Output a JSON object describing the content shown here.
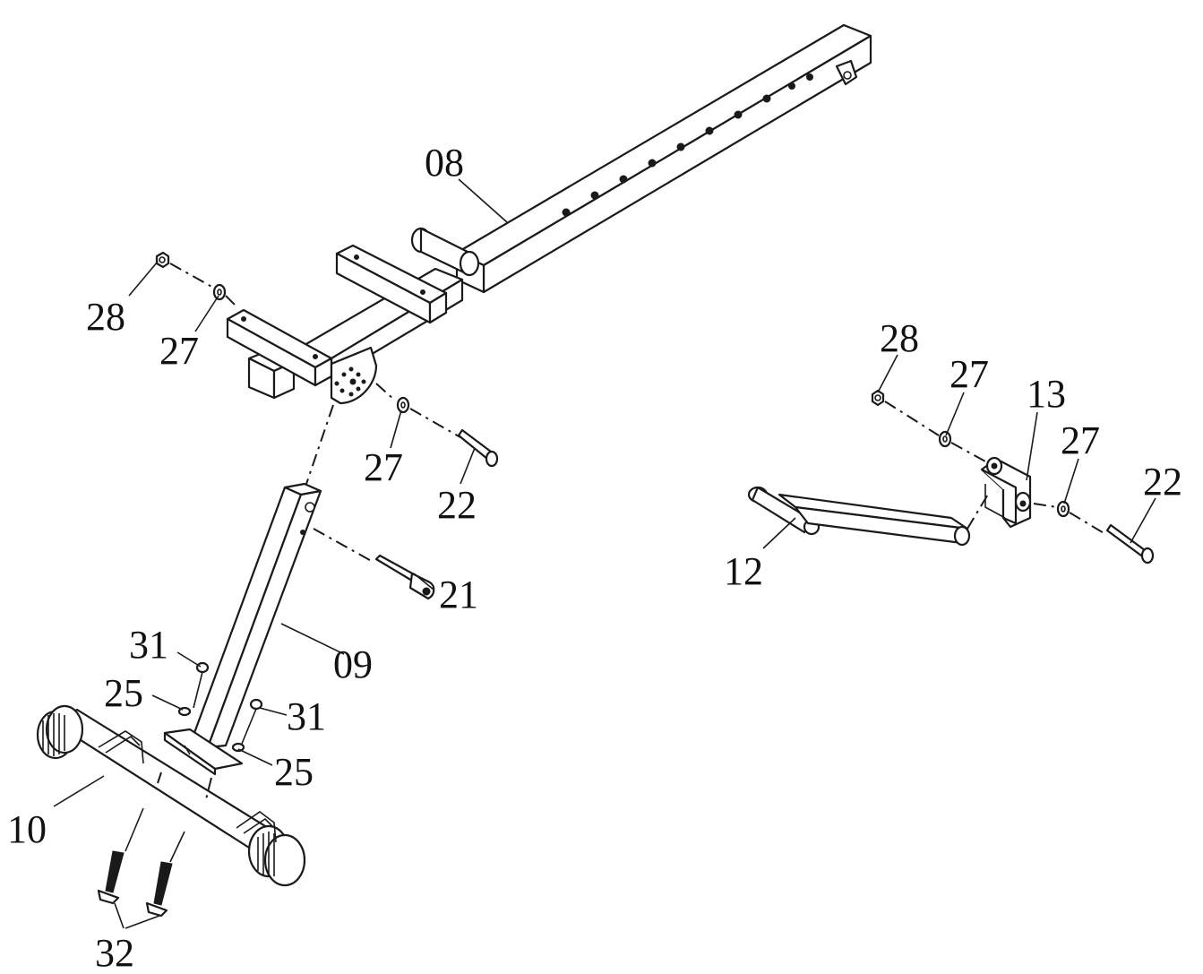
{
  "diagram": {
    "callouts": {
      "c08": "08",
      "c28a": "28",
      "c27a": "27",
      "c27b": "27",
      "c22a": "22",
      "c21": "21",
      "c09": "09",
      "c31a": "31",
      "c25a": "25",
      "c31b": "31",
      "c25b": "25",
      "c10": "10",
      "c32": "32",
      "c28b": "28",
      "c27c": "27",
      "c13": "13",
      "c27d": "27",
      "c22b": "22",
      "c12": "12"
    }
  }
}
